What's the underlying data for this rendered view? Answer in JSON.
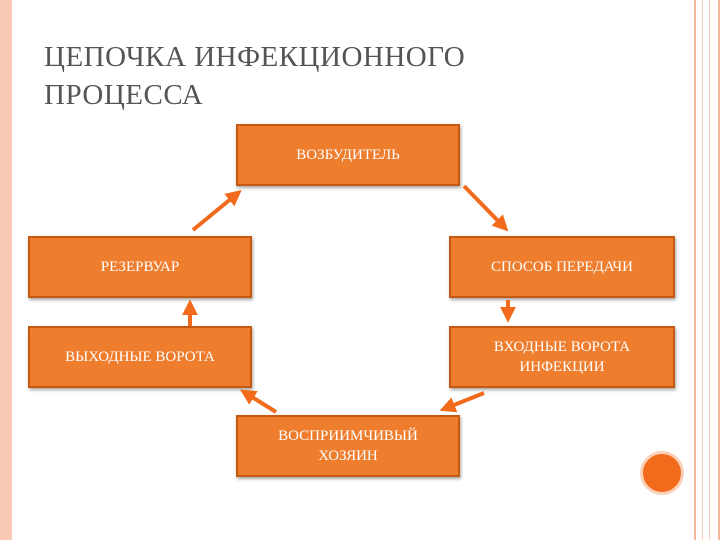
{
  "title_line1": "ЦЕПОЧКА ИНФЕКЦИОННОГО",
  "title_line2": "ПРОЦЕССА",
  "nodes": {
    "pathogen": "ВОЗБУДИТЕЛЬ",
    "reservoir": "РЕЗЕРВУАР",
    "transmission": "СПОСОБ ПЕРЕДАЧИ",
    "exit_portal": "ВЫХОДНЫЕ ВОРОТА",
    "entry_portal_l1": "ВХОДНЫЕ ВОРОТА",
    "entry_portal_l2": "ИНФЕКЦИИ",
    "host_l1": "ВОСПРИИМЧИВЫЙ",
    "host_l2": "ХОЗЯИН"
  },
  "colors": {
    "box_fill": "#ef7d2e",
    "box_border": "#c45a12",
    "arrow": "#f26a1b",
    "title_text": "#555555",
    "frame": "#f7c9b3"
  }
}
